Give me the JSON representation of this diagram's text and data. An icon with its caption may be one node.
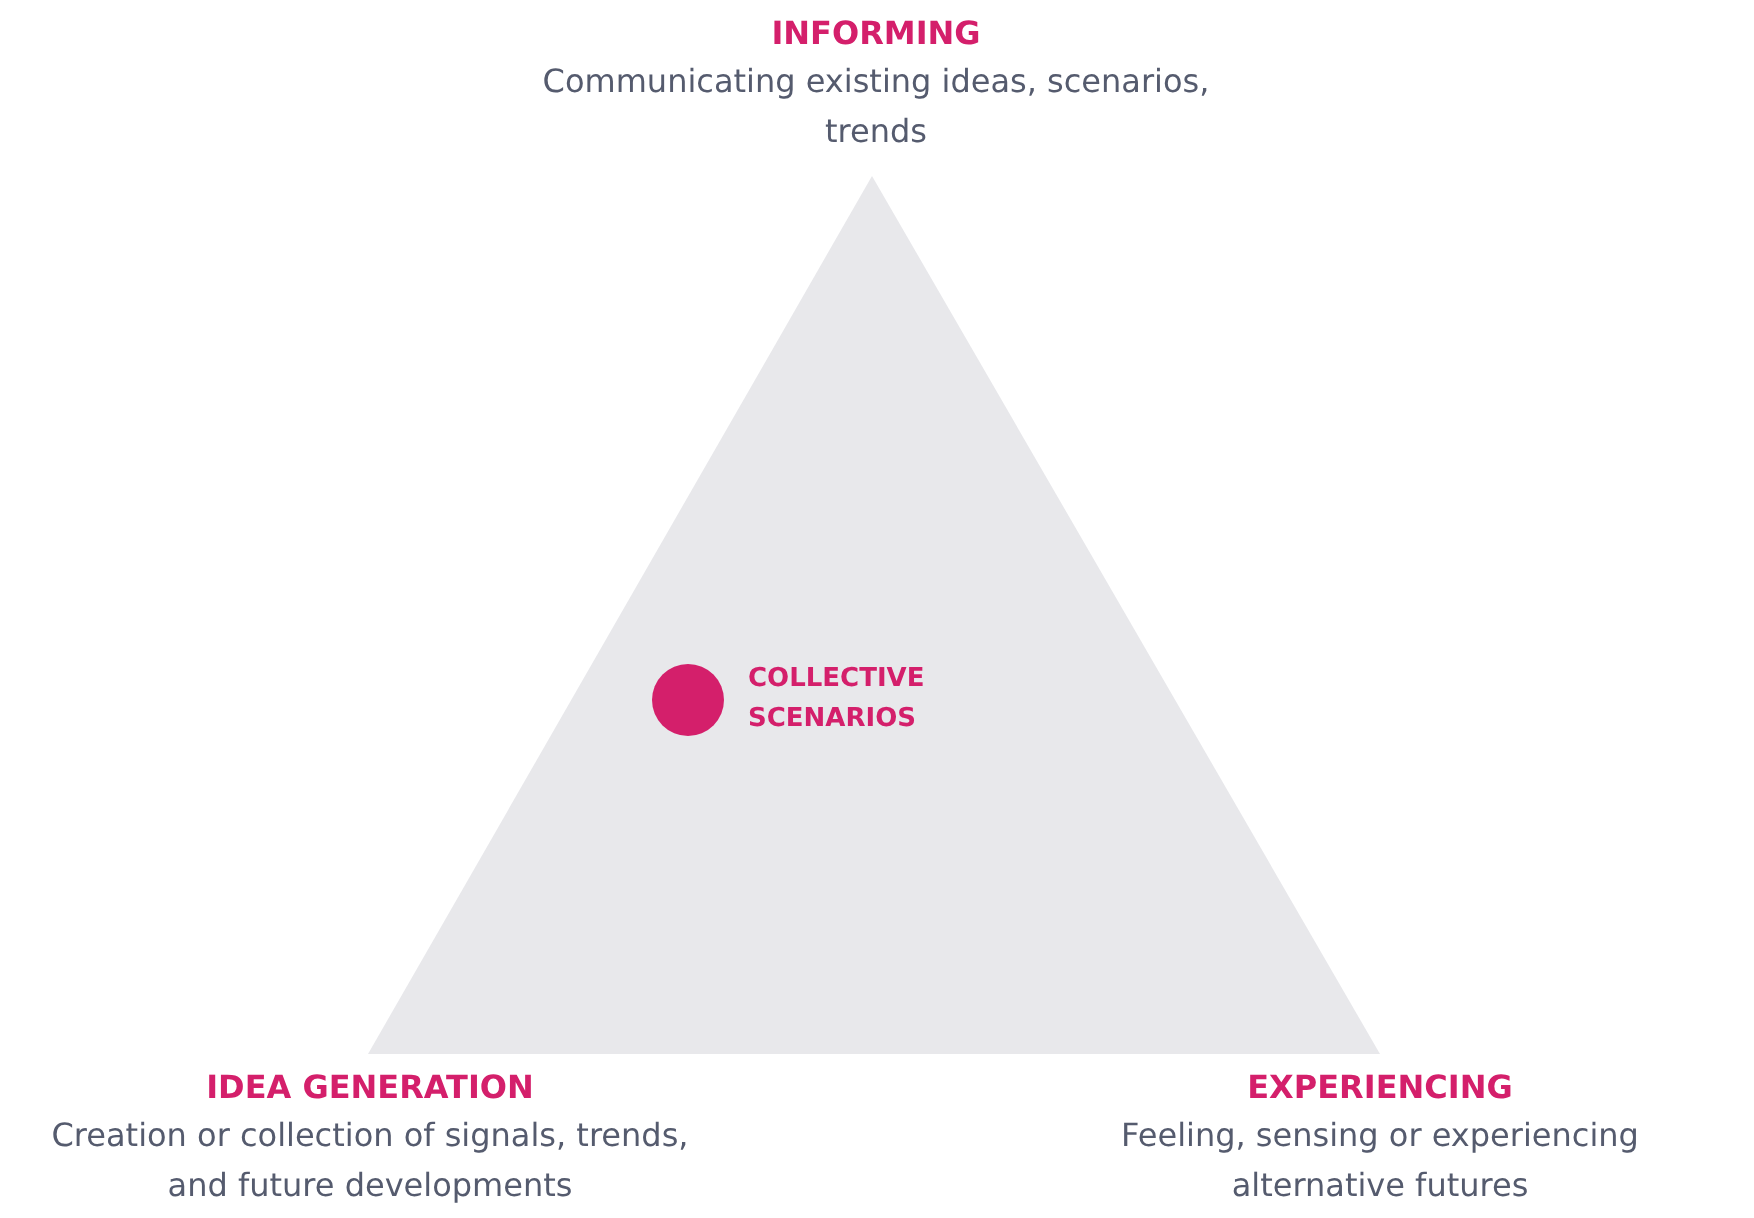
{
  "diagram": {
    "nodes": [
      {
        "text": [
          "INFORMING",
          "Communicating existing ideas, scenarios, trends"
        ]
      },
      {
        "text": [
          "COLLECTIVE SCENARIOS"
        ]
      },
      {
        "text": [
          "IDEA GENERATION",
          "Creation or collection of signals, trends, and future developments"
        ]
      },
      {
        "text": [
          "EXPERIENCING",
          "Feeling, sensing or experiencing alternative futures"
        ]
      }
    ],
    "edges": []
  }
}
